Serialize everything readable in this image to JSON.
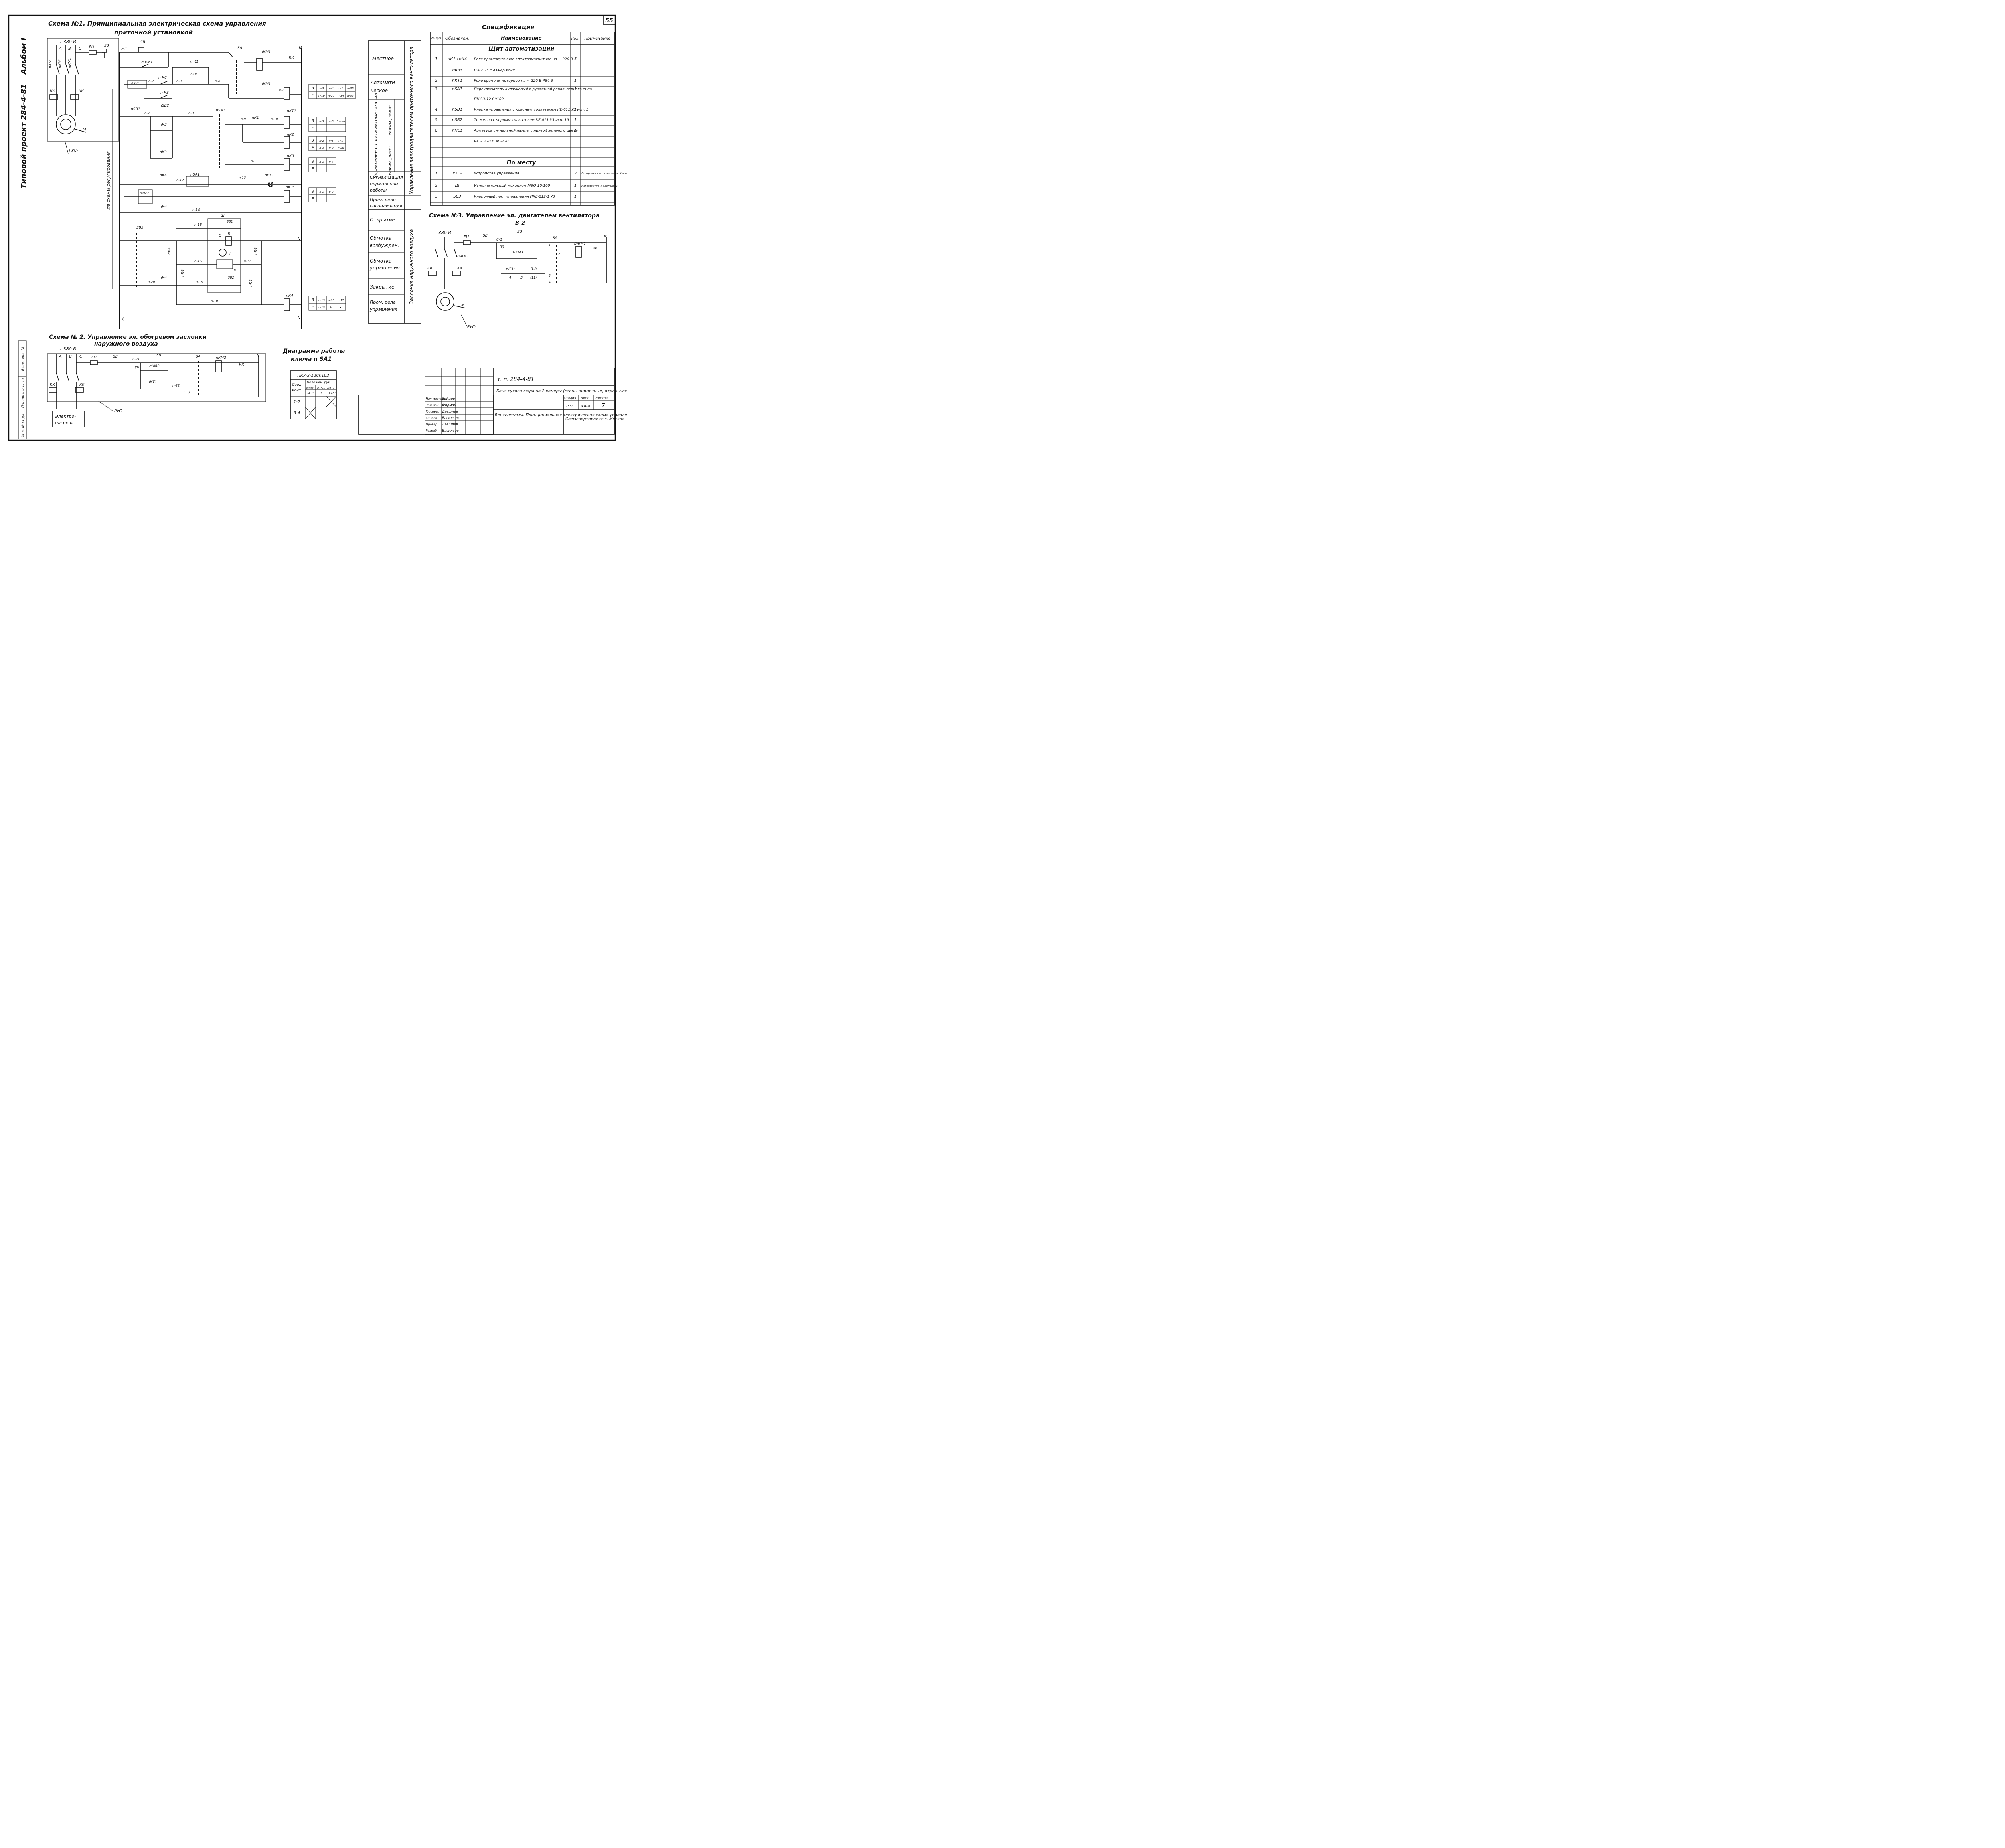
{
  "sheet": {
    "number": "55",
    "album": "Альбом I",
    "project": "Типовой проект 284-4-81"
  },
  "scheme1": {
    "title_line1": "Схема №1. Принципиальная электрическая схема управления",
    "title_line2": "приточной установкой",
    "supply": "~ 380 В",
    "phases": [
      "А",
      "В",
      "С"
    ],
    "power_labels": {
      "fu": "FU",
      "sb": "SB",
      "kk": "КК",
      "km": "пКМ1",
      "motor": "М",
      "cable": "РУС-"
    },
    "side_label": "Из схемы регулирования",
    "wires": [
      "п-1",
      "п-2",
      "п-3",
      "п-4",
      "п-5",
      "п-6",
      "п-7",
      "п-8",
      "п-9",
      "п-10",
      "п-11",
      "п-12",
      "п-13",
      "п-14",
      "п-15",
      "п-16",
      "п-17",
      "п-18",
      "п-19",
      "п-20",
      "п-21",
      "N"
    ],
    "devices": [
      "SB",
      "SA",
      "пКМ1",
      "КК",
      "пК1",
      "пКТ1",
      "пК8",
      "пК3",
      "пSB1",
      "пSB2",
      "пSA1",
      "пКТ1",
      "пК2",
      "пК3",
      "пК4",
      "пSA1",
      "пНL1",
      "пК3*",
      "пКМ2",
      "SB3",
      "SB1",
      "SB2",
      "К",
      "L",
      "С",
      "R",
      "пК4",
      "Ш"
    ]
  },
  "contact_tables": [
    {
      "rows": [
        [
          "3",
          "п-3",
          "п-4",
          "п-1",
          "п-35"
        ],
        [
          "Р",
          "п-10",
          "п-20",
          "п-34",
          "п-32"
        ]
      ]
    },
    {
      "rows": [
        [
          "3",
          "п-5",
          "п-6",
          "3 мин"
        ],
        [
          "Р",
          "",
          "",
          ""
        ]
      ]
    },
    {
      "rows": [
        [
          "3",
          "п-2",
          "п-8",
          "п-1"
        ],
        [
          "Р",
          "п-3",
          "п-8",
          "п-38"
        ]
      ]
    },
    {
      "rows": [
        [
          "3",
          "п-1",
          "п-4"
        ],
        [
          "Р",
          "",
          ""
        ]
      ]
    },
    {
      "rows": [
        [
          "3",
          "8-1",
          "8-2"
        ],
        [
          "Р",
          "",
          ""
        ]
      ]
    },
    {
      "rows": [
        [
          "3",
          "п-15",
          "п-16",
          "п-17"
        ],
        [
          "Р",
          "п-15",
          "N",
          "•"
        ]
      ]
    }
  ],
  "functions": {
    "col1": [
      "Местное",
      "Автоматическое",
      "Управление со щита автоматизации",
      "Сигнализация нормальной работы",
      "Пром. реле сигнализации",
      "Открытие",
      "Обмотка возбужден.",
      "Обмотка управления",
      "Закрытие",
      "Пром. реле управления"
    ],
    "regime": [
      "Режим „Лето“",
      "Режим „Зима“"
    ],
    "col3_top": "Управление электродвигателем приточного вентилятора",
    "col3_bottom": "Заслонка наружного воздуха"
  },
  "specification": {
    "title": "Спецификация",
    "headers": [
      "№ п/п",
      "Обозначен.",
      "Наименование",
      "Кол.",
      "Примечание"
    ],
    "section1": "Щит автоматизации",
    "rows1": [
      [
        "1",
        "пК1÷пК4",
        "Реле промежуточное электромагнитное на ~ 220 В",
        "5",
        ""
      ],
      [
        "",
        "пК3*",
        "ПЭ-21-5 с 4з+4р конт.",
        "",
        ""
      ],
      [
        "2",
        "пКТ1",
        "Реле времени моторное на ~ 220 В РВ4-3",
        "1",
        ""
      ],
      [
        "3",
        "пSA1",
        "Переключатель кулачковый в рукояткой револьверного типа",
        "1",
        ""
      ],
      [
        "",
        "",
        "ПКУ-3-12 С0102",
        "",
        ""
      ],
      [
        "4",
        "пSB1",
        "Кнопка управления с красным толкателем КЕ-011 УЗ исп. 1",
        "1",
        ""
      ],
      [
        "5",
        "пSB2",
        "То же, но с черным толкателем КЕ-011 УЗ исп. 19",
        "1",
        ""
      ],
      [
        "6",
        "пНL1",
        "Арматура сигнальной лампы с линзой зеленого цвета",
        "1",
        ""
      ],
      [
        "",
        "",
        "на ~ 220 В АС-220",
        "",
        ""
      ]
    ],
    "section2": "По месту",
    "rows2": [
      [
        "1",
        "РУС-",
        "Устройства управления",
        "2",
        "По проекту эл. силового оборудования"
      ],
      [
        "2",
        "Ш",
        "Исполнительный механизм МЭО-10/100",
        "1",
        "Комплектно с заслонкой"
      ],
      [
        "3",
        "SB3",
        "Кнопочный пост управления ПКЕ-212-1 УЗ",
        "1",
        ""
      ]
    ]
  },
  "scheme3": {
    "title": "Схема №3. Управление эл. двигателем вентилятора",
    "subtitle": "В-2",
    "supply": "~ 380 В",
    "labels": [
      "FU",
      "SB",
      "8-1",
      "SB",
      "SA",
      "В-КМ1",
      "КК",
      "В-КМ1",
      "пК3*",
      "В-8",
      "КК",
      "КК",
      "М",
      "РУС-",
      "(5)",
      "(11)",
      "4",
      "5",
      "1",
      "2",
      "3",
      "4",
      "N"
    ]
  },
  "scheme2": {
    "title_line1": "Схема № 2. Управление эл. обогревом заслонки",
    "title_line2": "наружного воздуха",
    "supply": "~ 380 В",
    "phases": [
      "А",
      "В",
      "С"
    ],
    "labels": [
      "FU",
      "SB",
      "п-21",
      "SB",
      "SA",
      "пКМ2",
      "КК",
      "пКМ2",
      "пКТ1",
      "п-22",
      "КК",
      "КК",
      "РУС-",
      "N",
      "(5)",
      "(11)"
    ],
    "heater": [
      "Электро-",
      "нагреват."
    ]
  },
  "key_diagram": {
    "title_line1": "Диаграмма работы",
    "title_line2": "ключа п SA1",
    "device": "ПКУ-3-12С0102",
    "col_headers": [
      "Соед. конт.",
      "Положен. рук."
    ],
    "positions": [
      "Зима",
      "Откл.",
      "Лето"
    ],
    "angles": [
      "-45°",
      "0",
      "+45°"
    ],
    "rows": [
      "1-2",
      "3-4"
    ]
  },
  "title_block": {
    "code": "т. п. 284-4-81",
    "object": "Баня сухого жара на 2 камеры (стены кирпичные, отдельностоящая)",
    "sheet_title": "Вентсистемы. Принципиальная электрическая схема управления",
    "stage_headers": [
      "Стадия",
      "Лист",
      "Листов"
    ],
    "stage_values": [
      "Р.Ч.",
      "КЯ-4",
      "7"
    ],
    "organization": "Союзспортпроект г. Москва",
    "signers": [
      [
        "Нач.мастерск.",
        "Зайцев"
      ],
      [
        "Зам.нач.",
        "Фирман"
      ],
      [
        "Гл.спец.",
        "Дзешлев"
      ],
      [
        "Ст.инж.",
        "Васильев"
      ],
      [
        "Провер.",
        "Дзешлев"
      ],
      [
        "Разраб.",
        "Васильев"
      ]
    ]
  },
  "margin_stamp": [
    "Инв. № подл.",
    "Подпись и дата",
    "Взам. инв. №"
  ]
}
